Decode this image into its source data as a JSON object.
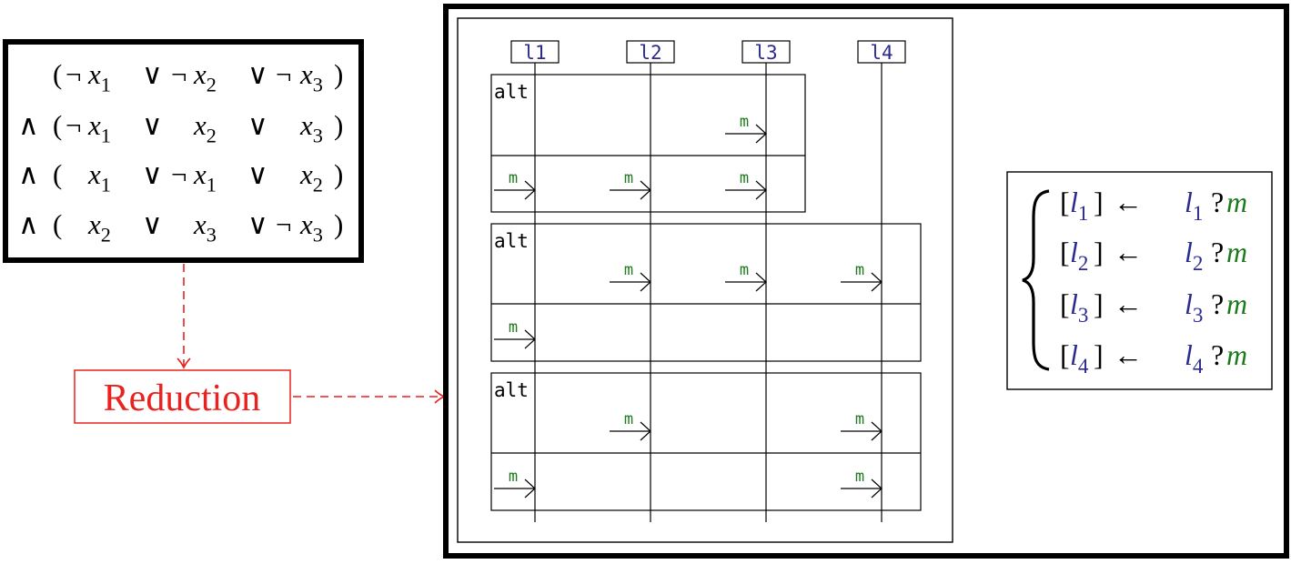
{
  "formula": {
    "rows": [
      {
        "conn": "",
        "a_neg": "¬",
        "a_var": "x",
        "a_sub": "1",
        "b_neg": "¬",
        "b_var": "x",
        "b_sub": "2",
        "c_neg": "¬",
        "c_var": "x",
        "c_sub": "3"
      },
      {
        "conn": "∧",
        "a_neg": "¬",
        "a_var": "x",
        "a_sub": "1",
        "b_neg": "",
        "b_var": "x",
        "b_sub": "2",
        "c_neg": "",
        "c_var": "x",
        "c_sub": "3"
      },
      {
        "conn": "∧",
        "a_neg": "",
        "a_var": "x",
        "a_sub": "1",
        "b_neg": "¬",
        "b_var": "x",
        "b_sub": "1",
        "c_neg": "",
        "c_var": "x",
        "c_sub": "2"
      },
      {
        "conn": "∧",
        "a_neg": "",
        "a_var": "x",
        "a_sub": "2",
        "b_neg": "",
        "b_var": "x",
        "b_sub": "3",
        "c_neg": "¬",
        "c_var": "x",
        "c_sub": "3"
      }
    ],
    "or_symbol": "∨",
    "open_paren": "(",
    "close_paren": ")"
  },
  "reduction_label": "Reduction",
  "sequence": {
    "lifelines": [
      "l1",
      "l2",
      "l3",
      "l4"
    ],
    "fragment_keyword": "alt",
    "message_label": "m",
    "fragments": [
      {
        "operands": [
          {
            "messages": [
              {
                "to": "l3"
              }
            ]
          },
          {
            "messages": [
              {
                "to": "l1"
              },
              {
                "to": "l2"
              },
              {
                "to": "l3"
              }
            ]
          }
        ]
      },
      {
        "operands": [
          {
            "messages": [
              {
                "to": "l2"
              },
              {
                "to": "l3"
              },
              {
                "to": "l4"
              }
            ]
          },
          {
            "messages": [
              {
                "to": "l1"
              }
            ]
          }
        ]
      },
      {
        "operands": [
          {
            "messages": [
              {
                "to": "l2"
              },
              {
                "to": "l4"
              }
            ]
          },
          {
            "messages": [
              {
                "to": "l1"
              },
              {
                "to": "l4"
              }
            ]
          }
        ]
      }
    ]
  },
  "assignments": [
    {
      "var": "l",
      "sub": "1",
      "arrow": "←",
      "rhs_var": "l",
      "rhs_sub": "1",
      "q": "?",
      "msg": "m"
    },
    {
      "var": "l",
      "sub": "2",
      "arrow": "←",
      "rhs_var": "l",
      "rhs_sub": "2",
      "q": "?",
      "msg": "m"
    },
    {
      "var": "l",
      "sub": "3",
      "arrow": "←",
      "rhs_var": "l",
      "rhs_sub": "3",
      "q": "?",
      "msg": "m"
    },
    {
      "var": "l",
      "sub": "4",
      "arrow": "←",
      "rhs_var": "l",
      "rhs_sub": "4",
      "q": "?",
      "msg": "m"
    }
  ],
  "colors": {
    "reduction": "#e8221f",
    "lifeline_label": "#2b2a8f",
    "message": "#1d7a1d",
    "assign_var": "#2b2a8f",
    "assign_msg": "#1d7a1d"
  }
}
